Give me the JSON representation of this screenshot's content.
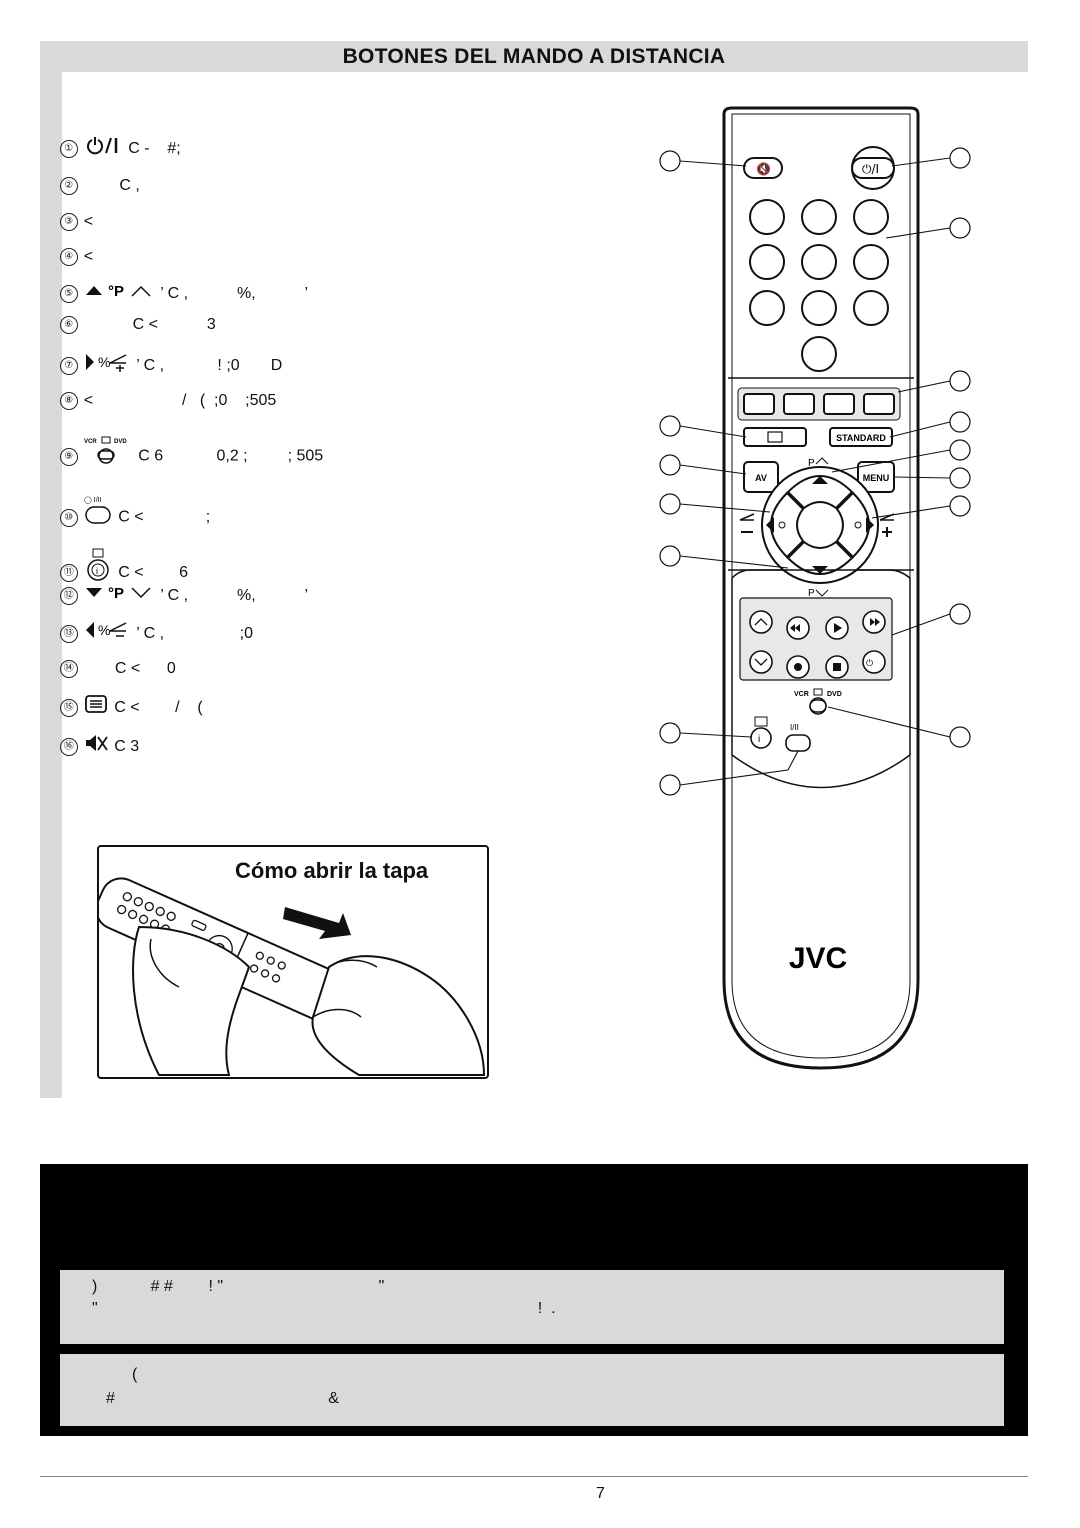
{
  "header": {
    "title": "BOTONES DEL MANDO A DISTANCIA"
  },
  "buttons_list": [
    {
      "num": "①",
      "text": " C -    #;",
      "icon": "power-icon"
    },
    {
      "num": "②",
      "text": "        C ,",
      "icon": ""
    },
    {
      "num": "③",
      "text": "<",
      "icon": ""
    },
    {
      "num": "④",
      "text": "<",
      "icon": ""
    },
    {
      "num": "⑤",
      "text": " ’ C ,           %,           ’",
      "icon": "program-up-icon"
    },
    {
      "num": "⑥",
      "text": "           C <           3",
      "icon": ""
    },
    {
      "num": "⑦",
      "text": " ’ C ,            ! ;0       D",
      "icon": "volume-up-icon"
    },
    {
      "num": "⑧",
      "text": "<                    /   (  ;0    ;505",
      "icon": ""
    },
    {
      "num": "⑨",
      "text": " C 6            0,2 ;         ; 505",
      "icon": "vcr-dvd-switch-icon"
    },
    {
      "num": "⑩",
      "text": " C <              ;",
      "icon": "sound-mode-icon"
    },
    {
      "num": "⑪",
      "text": " C <        6",
      "icon": "info-icon"
    },
    {
      "num": "⑫",
      "text": " ’ C ,           %,           ’",
      "icon": "program-down-icon"
    },
    {
      "num": "⑬",
      "text": " ’ C ,                 ;0",
      "icon": "volume-down-icon"
    },
    {
      "num": "⑭",
      "text": "       C <      0",
      "icon": ""
    },
    {
      "num": "⑮",
      "text": " C <        /    (",
      "icon": "teletext-icon"
    },
    {
      "num": "⑯",
      "text": " C 3",
      "icon": "mute-icon"
    }
  ],
  "cover_box": {
    "title": "Cómo abrir la tapa"
  },
  "remote": {
    "brand": "JVC",
    "standard_label": "STANDARD",
    "av_label": "AV",
    "menu_label": "MENU",
    "p_up_label": "P",
    "p_down_label": "P",
    "vcr_label": "VCR",
    "dvd_label": "DVD",
    "dual_label": "I/II"
  },
  "notes": {
    "panel1_line1": ")            # #        ! \"                                   \"",
    "panel1_line2": "\"                                                                                                   !  .",
    "panel2_line1": "(",
    "panel2_line2": "#                                                &"
  },
  "footer": {
    "page": "7"
  }
}
